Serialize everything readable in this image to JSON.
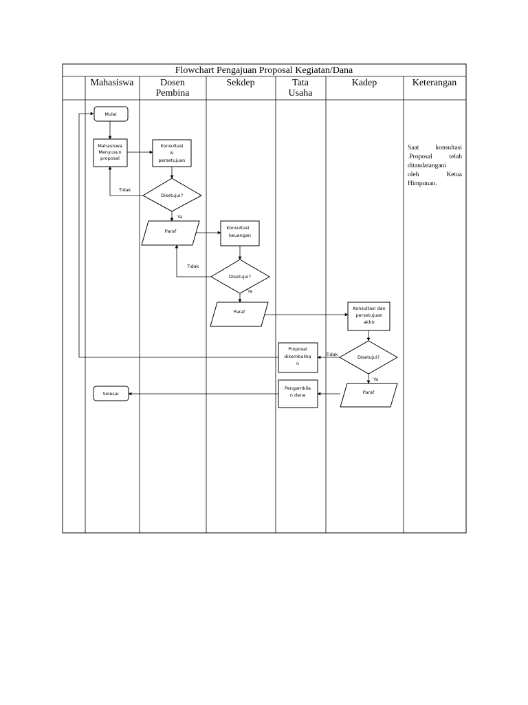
{
  "title": "Flowchart Pengajuan Proposal Kegiatan/Dana",
  "lanes": {
    "mahasiswa": "Mahasiswa",
    "dosen": [
      "Dosen",
      "Pembina"
    ],
    "sekdep": "Sekdep",
    "tata_usaha": [
      "Tata",
      "Usaha"
    ],
    "kadep": "Kadep",
    "keterangan": "Keterangan"
  },
  "nodes": {
    "mulai": "Mulai",
    "menyusun": [
      "Mahasiswa",
      "Menyusun",
      "proposal"
    ],
    "konsultasi1": [
      "Konsultasi",
      "&",
      "persetujuan"
    ],
    "disetujui1": "Disetujui?",
    "paraf1": "Paraf",
    "konsultasi2": [
      "Konsultasi",
      "keuangan"
    ],
    "disetujui2": "Disetujui?",
    "paraf2": "Paraf",
    "konsultasi3": [
      "Konsultasi dan",
      "persetujuan",
      "akhir"
    ],
    "disetujui3": "Disetujui?",
    "dikembalikan": [
      "Proposal",
      "dikembalika",
      "n"
    ],
    "paraf3": "Paraf",
    "pengambilan": [
      "Pengambila",
      "n dana"
    ],
    "selesai": "Selesai"
  },
  "edges": {
    "tidak1": "Tidak",
    "ya1": "Ya",
    "tidak2": "Tidak",
    "ya2": "Ya",
    "tidak3": "Tidak",
    "ya3": "Ya"
  },
  "note": {
    "line1": [
      "Saat",
      "konsultasi"
    ],
    "line2": [
      ".Proposal",
      "telah"
    ],
    "line3": "ditandatangani",
    "line4": [
      "oleh",
      "Ketua"
    ],
    "line5": "Himpunan."
  }
}
